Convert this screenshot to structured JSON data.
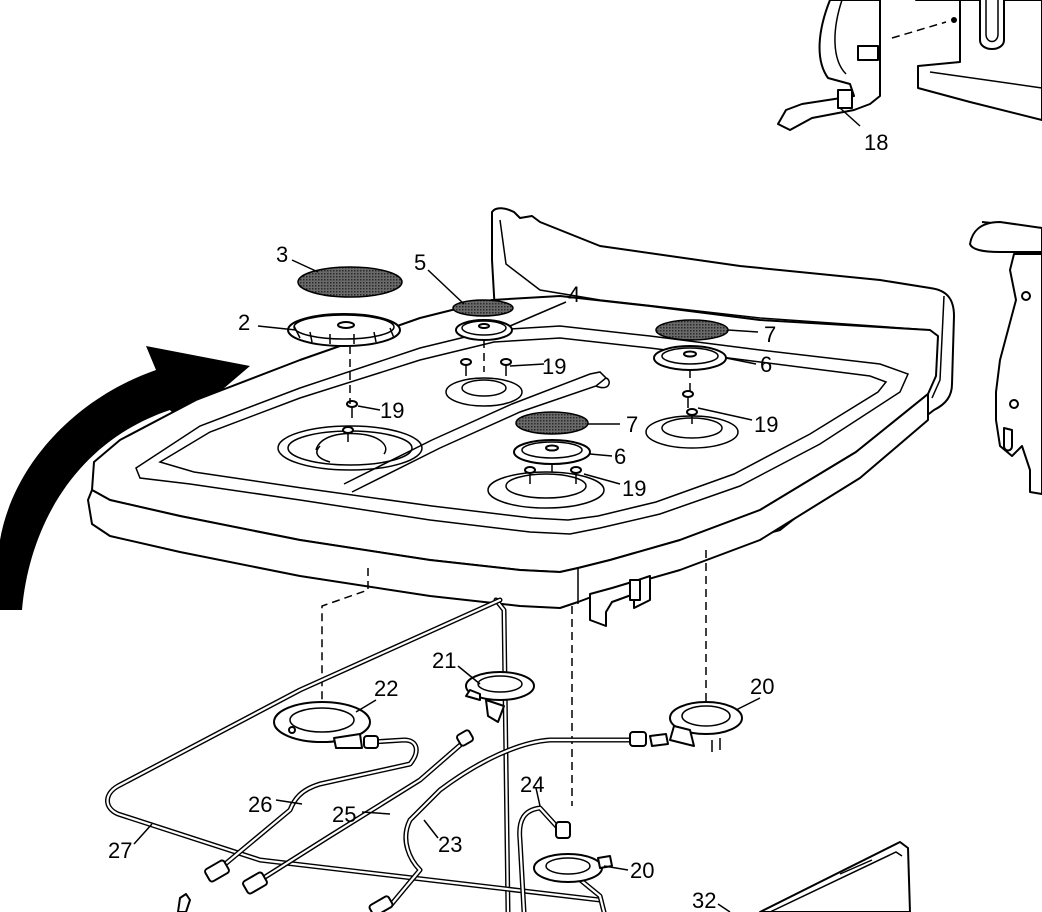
{
  "diagram": {
    "callouts": [
      {
        "id": "c18",
        "text": "18"
      },
      {
        "id": "c3",
        "text": "3"
      },
      {
        "id": "c5",
        "text": "5"
      },
      {
        "id": "c4",
        "text": "4"
      },
      {
        "id": "c2",
        "text": "2"
      },
      {
        "id": "c7a",
        "text": "7"
      },
      {
        "id": "c6a",
        "text": "6"
      },
      {
        "id": "c19a",
        "text": "19"
      },
      {
        "id": "c19b",
        "text": "19"
      },
      {
        "id": "c19c",
        "text": "19"
      },
      {
        "id": "c7b",
        "text": "7"
      },
      {
        "id": "c6b",
        "text": "6"
      },
      {
        "id": "c19d",
        "text": "19"
      },
      {
        "id": "c21",
        "text": "21"
      },
      {
        "id": "c22",
        "text": "22"
      },
      {
        "id": "c20a",
        "text": "20"
      },
      {
        "id": "c24",
        "text": "24"
      },
      {
        "id": "c26",
        "text": "26"
      },
      {
        "id": "c25",
        "text": "25"
      },
      {
        "id": "c23",
        "text": "23"
      },
      {
        "id": "c27",
        "text": "27"
      },
      {
        "id": "c20b",
        "text": "20"
      },
      {
        "id": "c32",
        "text": "32"
      }
    ],
    "colors": {
      "line": "#000000",
      "background": "#ffffff",
      "cap_fill": "#444444"
    }
  }
}
